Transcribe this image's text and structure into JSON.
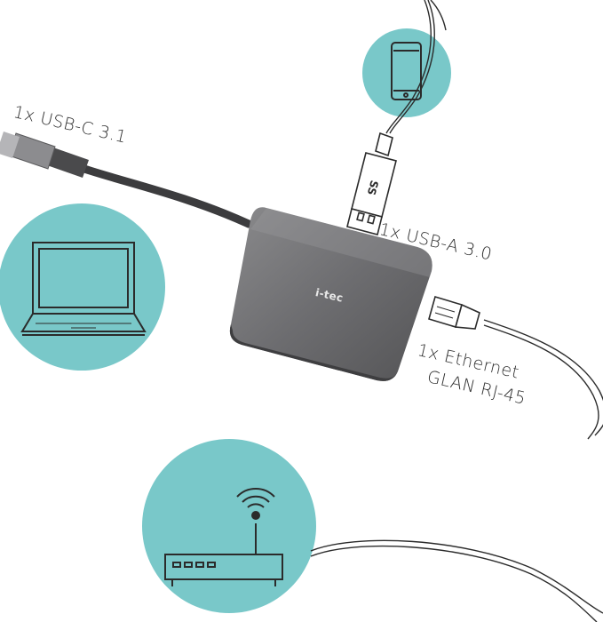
{
  "labels": {
    "usb_c": "1x USB-C 3.1",
    "usb_a": "1x USB-A 3.0",
    "ethernet_line1": "1x Ethernet",
    "ethernet_line2": "GLAN RJ-45"
  },
  "brand": "i-tec",
  "usb_symbol": "SS",
  "colors": {
    "teal": "#79c8c9",
    "hub": "#6f6f71",
    "cable_dark": "#3c3c3e",
    "line": "#2b2b2b"
  },
  "icons": [
    "laptop-icon",
    "smartphone-icon",
    "router-icon",
    "usb-c-plug-icon",
    "usb-a-plug-icon",
    "rj45-plug-icon"
  ]
}
